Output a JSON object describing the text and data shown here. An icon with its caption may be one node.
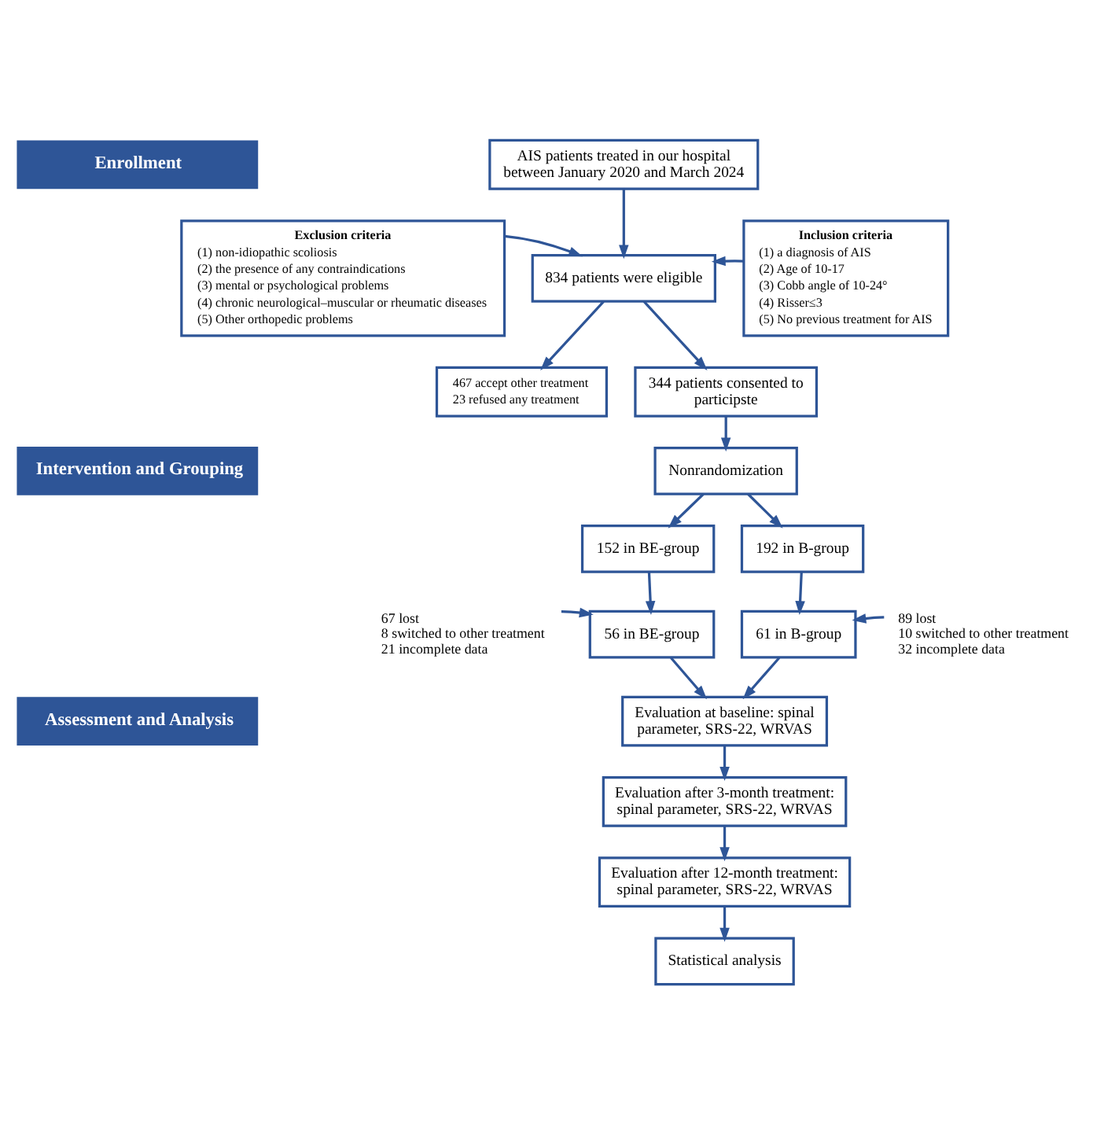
{
  "diagram": {
    "nodes": [
      {
        "text": [
          "Enrollment"
        ]
      },
      {
        "text": [
          "AIS patients treated in our hospital between January 2020 and March 2024"
        ]
      },
      {
        "text": [
          "Exclusion criteria",
          "(1) non-idiopathic scoliosis",
          "(2) the presence of any contraindications",
          "(3) mental or psychological problems",
          "(4) chronic neurological–muscular or rheumatic diseases",
          "(5) Other orthopedic problems"
        ]
      },
      {
        "text": [
          "Inclusion criteria",
          "(1) a diagnosis of AIS",
          "(2) Age of 10-17",
          "(3) Cobb angle of 10-24°",
          "(4) Risser≤3",
          "(5) No previous treatment for AIS"
        ]
      },
      {
        "text": [
          "834 patients were eligible"
        ]
      },
      {
        "text": [
          "467 accept other treatment",
          "23 refused any treatment"
        ]
      },
      {
        "text": [
          "344 patients consented to participste"
        ]
      },
      {
        "text": [
          "Intervention and Grouping"
        ]
      },
      {
        "text": [
          "Nonrandomization"
        ]
      },
      {
        "text": [
          "152 in BE-group"
        ]
      },
      {
        "text": [
          "192 in B-group"
        ]
      },
      {
        "text": [
          "67 lost",
          "8 switched to other treatment",
          "21 incomplete data"
        ]
      },
      {
        "text": [
          "56 in BE-group"
        ]
      },
      {
        "text": [
          "61 in B-group"
        ]
      },
      {
        "text": [
          "89 lost",
          "10 switched to other treatment",
          "32 incomplete data"
        ]
      },
      {
        "text": [
          "Assessment and Analysis"
        ]
      },
      {
        "text": [
          "Evaluation at baseline: spinal parameter, SRS-22, WRVAS"
        ]
      },
      {
        "text": [
          "Evaluation after 3-month treatment: spinal parameter, SRS-22, WRVAS"
        ]
      },
      {
        "text": [
          "Evaluation after 12-month treatment: spinal parameter, SRS-22, WRVAS"
        ]
      },
      {
        "text": [
          "Statistical analysis"
        ]
      }
    ],
    "edges": [
      {
        "from": 1,
        "to": 4,
        "arrow": "to"
      },
      {
        "from": 2,
        "to": 4,
        "arrow": "to"
      },
      {
        "from": 3,
        "to": 4,
        "arrow": "to"
      },
      {
        "from": 4,
        "to": 5,
        "arrow": "to"
      },
      {
        "from": 4,
        "to": 6,
        "arrow": "to"
      },
      {
        "from": 6,
        "to": 8,
        "arrow": "to"
      },
      {
        "from": 8,
        "to": 9,
        "arrow": "to"
      },
      {
        "from": 8,
        "to": 10,
        "arrow": "to"
      },
      {
        "from": 9,
        "to": 12,
        "arrow": "to"
      },
      {
        "from": 11,
        "to": 12,
        "arrow": "to"
      },
      {
        "from": 10,
        "to": 13,
        "arrow": "to"
      },
      {
        "from": 14,
        "to": 13,
        "arrow": "to"
      },
      {
        "from": 12,
        "to": 16,
        "arrow": "to"
      },
      {
        "from": 13,
        "to": 16,
        "arrow": "to"
      },
      {
        "from": 16,
        "to": 17,
        "arrow": "to"
      },
      {
        "from": 17,
        "to": 18,
        "arrow": "to"
      },
      {
        "from": 18,
        "to": 19,
        "arrow": "to"
      }
    ]
  }
}
